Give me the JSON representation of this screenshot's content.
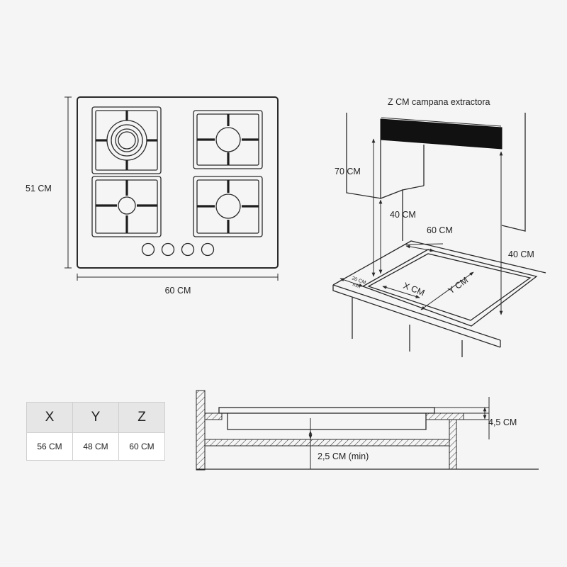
{
  "cooktop": {
    "height_label": "51 CM",
    "width_label": "60 CM",
    "burner_count": 4,
    "knob_count": 4
  },
  "installation": {
    "hood_label": "Z CM campana extractora",
    "label_70": "70 CM",
    "label_40_left": "40 CM",
    "label_60": "60 CM",
    "label_40_right": "40 CM",
    "label_20_line1": "20 CM",
    "label_20_line2": "min",
    "label_x": "X CM",
    "label_y": "Y CM"
  },
  "spec_table": {
    "headers": [
      "X",
      "Y",
      "Z"
    ],
    "values": [
      "56 CM",
      "48 CM",
      "60 CM"
    ]
  },
  "cross_section": {
    "label_top": "4,5 CM",
    "label_gap": "2,5 CM (min)"
  }
}
